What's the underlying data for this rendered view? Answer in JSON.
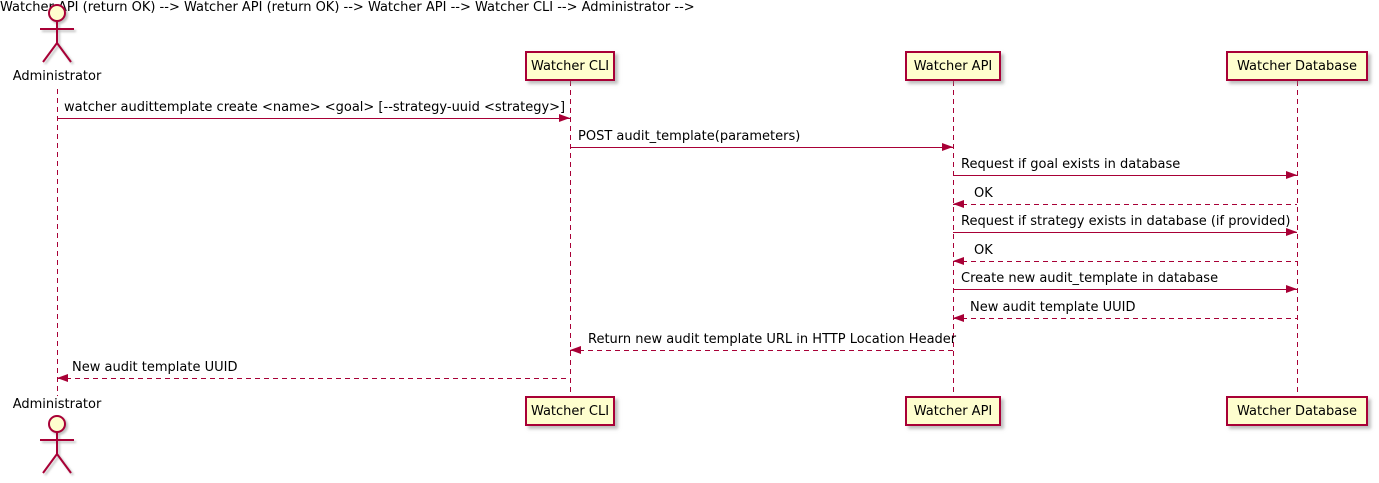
{
  "diagram": {
    "type": "uml-sequence-diagram",
    "colors": {
      "accent": "#A80036",
      "fill": "#FEFECE",
      "text": "#000000",
      "background": "#FFFFFF"
    },
    "participants": [
      {
        "id": "administrator",
        "label": "Administrator",
        "kind": "actor"
      },
      {
        "id": "watcher-cli",
        "label": "Watcher CLI",
        "kind": "participant"
      },
      {
        "id": "watcher-api",
        "label": "Watcher API",
        "kind": "participant"
      },
      {
        "id": "watcher-database",
        "label": "Watcher Database",
        "kind": "participant"
      }
    ],
    "messages": [
      {
        "from": "Administrator",
        "to": "Watcher CLI",
        "style": "solid",
        "label": "watcher audittemplate create <name> <goal> [--strategy-uuid <strategy>]"
      },
      {
        "from": "Watcher CLI",
        "to": "Watcher API",
        "style": "solid",
        "label": "POST audit_template(parameters)"
      },
      {
        "from": "Watcher API",
        "to": "Watcher Database",
        "style": "solid",
        "label": "Request if goal exists in database"
      },
      {
        "from": "Watcher Database",
        "to": "Watcher API",
        "style": "dashed",
        "label": "OK"
      },
      {
        "from": "Watcher API",
        "to": "Watcher Database",
        "style": "solid",
        "label": "Request if strategy exists in database (if provided)"
      },
      {
        "from": "Watcher Database",
        "to": "Watcher API",
        "style": "dashed",
        "label": "OK"
      },
      {
        "from": "Watcher API",
        "to": "Watcher Database",
        "style": "solid",
        "label": "Create new audit_template in database"
      },
      {
        "from": "Watcher Database",
        "to": "Watcher API",
        "style": "dashed",
        "label": "New audit template UUID"
      },
      {
        "from": "Watcher API",
        "to": "Watcher CLI",
        "style": "dashed",
        "label": "Return new audit template URL in HTTP Location Header"
      },
      {
        "from": "Watcher CLI",
        "to": "Administrator",
        "style": "dashed",
        "label": "New audit template UUID"
      }
    ]
  }
}
